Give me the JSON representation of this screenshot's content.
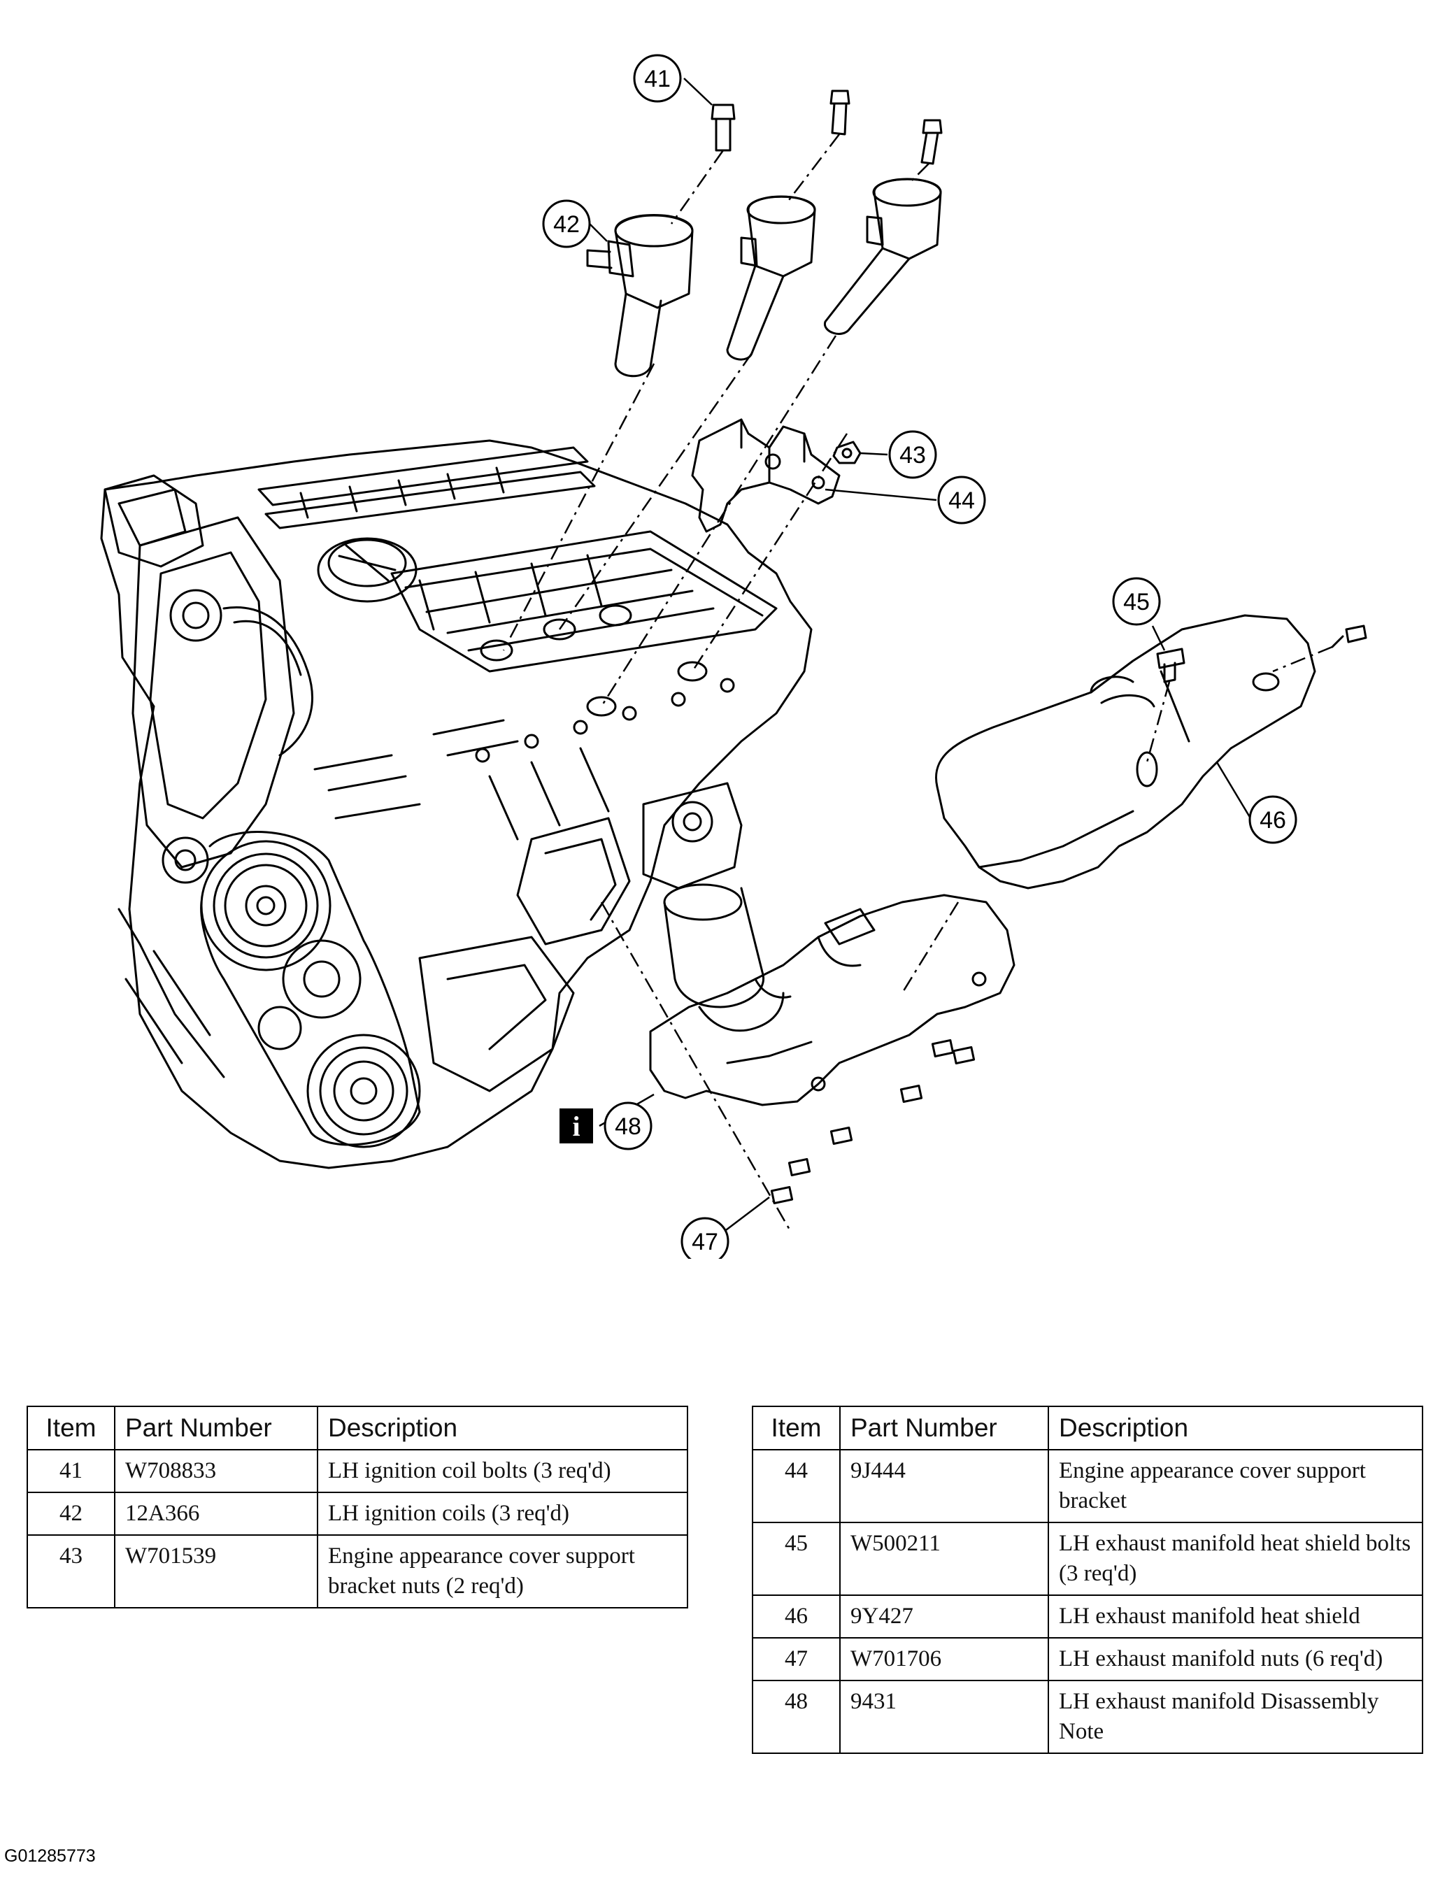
{
  "callouts": {
    "c41": "41",
    "c42": "42",
    "c43": "43",
    "c44": "44",
    "c45": "45",
    "c46": "46",
    "c47": "47",
    "c48": "48",
    "info_glyph": "i"
  },
  "tables": {
    "headers": {
      "item": "Item",
      "part_number": "Part Number",
      "description": "Description"
    },
    "left": [
      {
        "item": "41",
        "part_number": "W708833",
        "description": "LH ignition coil bolts (3 req'd)"
      },
      {
        "item": "42",
        "part_number": "12A366",
        "description": "LH ignition coils (3 req'd)"
      },
      {
        "item": "43",
        "part_number": "W701539",
        "description": "Engine appearance cover support bracket nuts (2 req'd)"
      }
    ],
    "right": [
      {
        "item": "44",
        "part_number": "9J444",
        "description": "Engine appearance cover support bracket"
      },
      {
        "item": "45",
        "part_number": "W500211",
        "description": "LH exhaust manifold heat shield bolts (3 req'd)"
      },
      {
        "item": "46",
        "part_number": "9Y427",
        "description": "LH exhaust manifold heat shield"
      },
      {
        "item": "47",
        "part_number": "W701706",
        "description": "LH exhaust manifold nuts (6 req'd)"
      },
      {
        "item": "48",
        "part_number": "9431",
        "description": "LH exhaust manifold Disassembly Note"
      }
    ]
  },
  "figure_code": "G01285773"
}
